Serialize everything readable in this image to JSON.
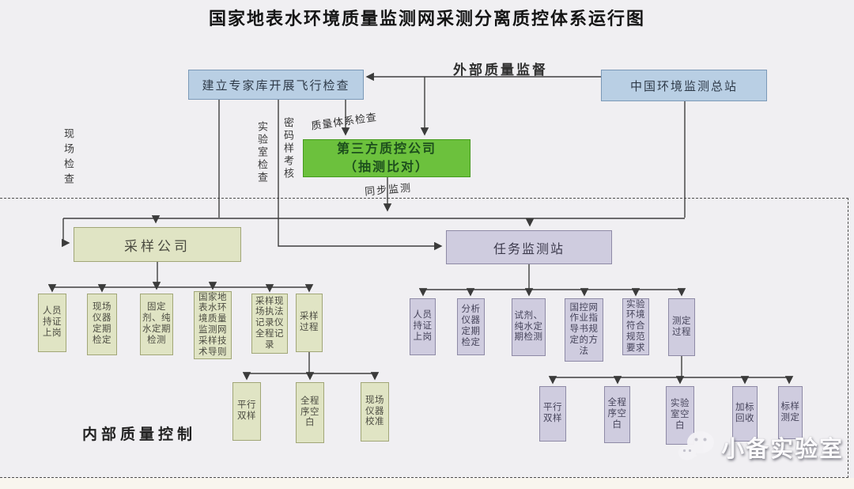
{
  "title": "国家地表水环境质量监测网采测分离质控体系运行图",
  "colors": {
    "background": "#f0eff2",
    "blue_box": "#b9cfe4",
    "blue_border": "#7b99b8",
    "green_box": "#6cc13d",
    "green_border": "#449a1d",
    "green_text": "#1d4f1d",
    "olive_box": "#e0e4c4",
    "olive_border": "#a1a677",
    "purple_box": "#cfccdf",
    "purple_border": "#8e8aa6",
    "connector_line": "#3f3f3f",
    "bottom_strip": "#f8f5ee"
  },
  "top": {
    "expert_box": "建立专家库开展飞行检查",
    "cnemc_box": "中国环境监测总站",
    "third_party_line1": "第三方质控公司",
    "third_party_line2": "（抽测比对）"
  },
  "edge_labels": {
    "external_supervision": "外部质量监督",
    "quality_system_check": "质量体系检查",
    "laboratory_check": "实验室检查",
    "password_sample_assessment": "密码样考核",
    "onsite_check": "现场检查",
    "synchronous_monitoring": "同步监测",
    "internal_quality_control": "内部质量控制"
  },
  "sampling_company": {
    "label": "采样公司",
    "measures": [
      "人员持证上岗",
      "现场仪器定期检定",
      "固定剂、纯水定期检测",
      "国家地表水环境质量监测网采样技术导则",
      "采样现场执法记录仪全程记录",
      "采样过程"
    ],
    "process_measures": [
      "平行双样",
      "全程序空白",
      "现场仪器校准"
    ]
  },
  "task_station": {
    "label": "任务监测站",
    "measures": [
      "人员持证上岗",
      "分析仪器定期检定",
      "试剂、纯水定期检测",
      "国控网作业指导书规定的方法",
      "实验环境符合规范要求",
      "测定过程"
    ],
    "process_measures": [
      "平行双样",
      "全程序空白",
      "实验室空白",
      "加标回收",
      "标样测定"
    ]
  },
  "watermark": {
    "icon": "wechat-icon",
    "text": "小备实验室"
  }
}
